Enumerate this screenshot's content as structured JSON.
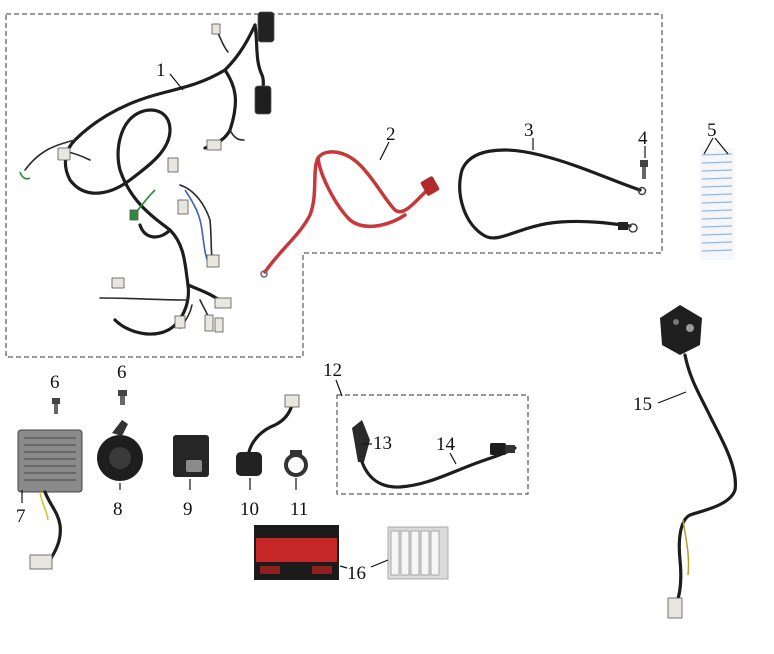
{
  "callouts": {
    "c1": "1",
    "c2": "2",
    "c3": "3",
    "c4": "4",
    "c5": "5",
    "c6a": "6",
    "c6b": "6",
    "c7": "7",
    "c8": "8",
    "c9": "9",
    "c10": "10",
    "c11": "11",
    "c12": "12",
    "c13": "13",
    "c14": "14",
    "c15": "15",
    "c16": "16"
  },
  "colors": {
    "wire": "#1d1d1d",
    "battery_cable": "#c8373a",
    "battery_red": "#c62828",
    "battery_black": "#1b1b1b",
    "group_outline": "#333333"
  }
}
